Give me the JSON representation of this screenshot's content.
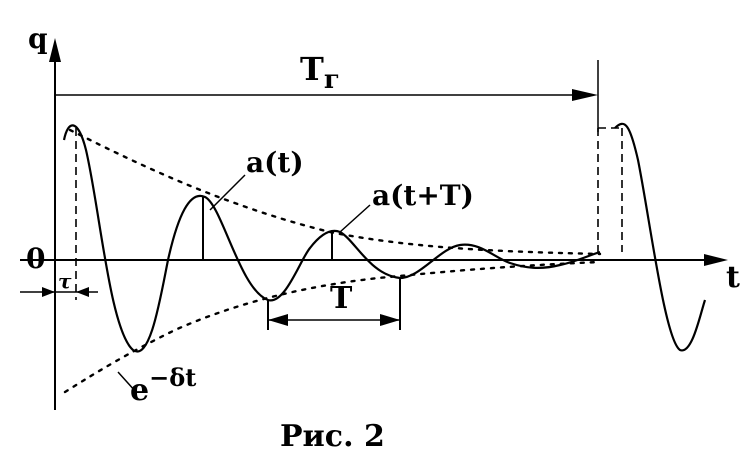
{
  "labels": {
    "q_axis": "q",
    "t_axis": "t",
    "zero": "0",
    "period_T": "T",
    "full_period_main": "T",
    "full_period_sub": "г",
    "tau": "τ",
    "a_t": "a(t)",
    "a_t_plus_T": "a(t+T)",
    "envelope_base": "e",
    "envelope_exp": "−δt",
    "caption": "Рис. 2"
  },
  "colors": {
    "ink": "#000000",
    "background": "#ffffff"
  }
}
